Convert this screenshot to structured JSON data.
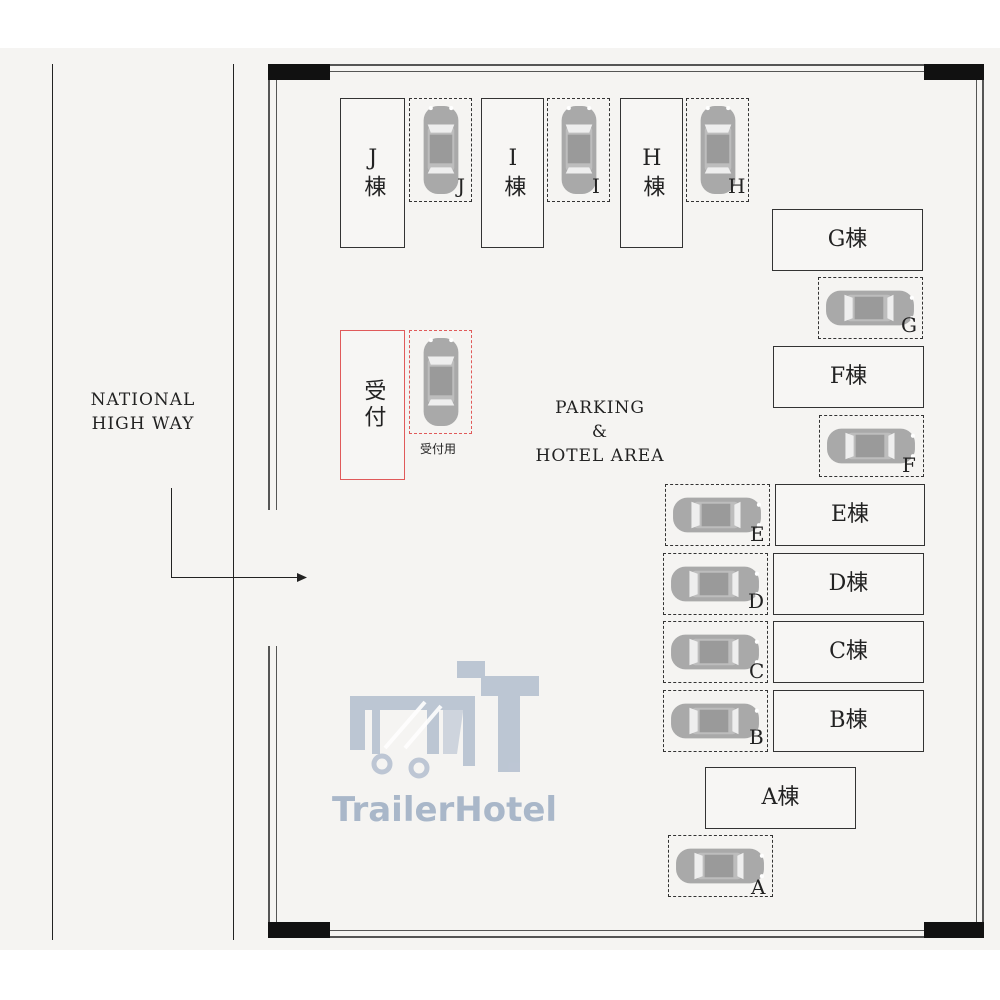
{
  "road": {
    "label_line1": "NATIONAL",
    "label_line2": "HIGH WAY"
  },
  "area": {
    "line1": "PARKING",
    "line2": "&",
    "line3": "HOTEL AREA"
  },
  "reception": {
    "building_label": "受付",
    "spot_label": "受付用"
  },
  "buildings": {
    "J": "J棟",
    "I": "I棟",
    "H": "H棟",
    "G": "G棟",
    "F": "F棟",
    "E": "E棟",
    "D": "D棟",
    "C": "C棟",
    "B": "B棟",
    "A": "A棟"
  },
  "spots": {
    "J": "J",
    "I": "I",
    "H": "H",
    "G": "G",
    "F": "F",
    "E": "E",
    "D": "D",
    "C": "C",
    "B": "B",
    "A": "A"
  },
  "logo": {
    "text": "TrailerHotel"
  },
  "colors": {
    "reception_accent": "#e05a5a",
    "car": "#a9a9a9",
    "logo": "#a9b7c9",
    "background": "#f5f4f2"
  }
}
